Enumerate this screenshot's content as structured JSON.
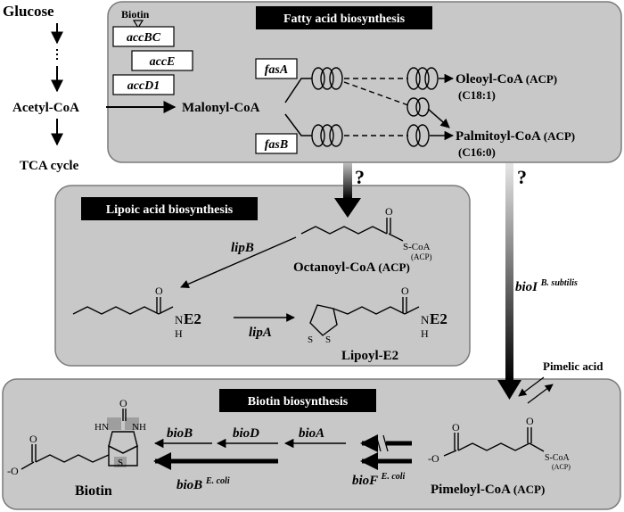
{
  "sections": {
    "fatty_acid": "Fatty acid biosynthesis",
    "lipoic_acid": "Lipoic acid biosynthesis",
    "biotin": "Biotin biosynthesis"
  },
  "left_pathway": {
    "glucose": "Glucose",
    "acetyl_coa": "Acetyl-CoA",
    "tca_cycle": "TCA cycle"
  },
  "fatty_acid": {
    "biotin_label": "Biotin",
    "genes": [
      "accBC",
      "accE",
      "accD1"
    ],
    "malonyl_coa": "Malonyl-CoA",
    "fasA": "fasA",
    "fasB": "fasB",
    "oleoyl_main": "Oleoyl-CoA",
    "oleoyl_acp": "(ACP)",
    "oleoyl_sub": "(C18:1)",
    "palmitoyl_main": "Palmitoyl-CoA",
    "palmitoyl_acp": "(ACP)",
    "palmitoyl_sub": "(C16:0)"
  },
  "unknown_marks": [
    "?",
    "?"
  ],
  "lipoic": {
    "o_top": "O",
    "scoa": "S-CoA",
    "scoa_acp": "(ACP)",
    "lipB": "lipB",
    "octanoyl_main": "Octanoyl-CoA",
    "octanoyl_acp": "(ACP)",
    "o_left": "O",
    "n_left": "N",
    "h_left": "H",
    "e2_left": "E2",
    "lipA": "lipA",
    "s1": "S",
    "s2": "S",
    "o_right": "O",
    "n_right": "N",
    "h_right": "H",
    "e2_right": "E2",
    "lipoyl": "Lipoyl-E2"
  },
  "bioI": {
    "gene": "bioI",
    "organism": "B. subtilis"
  },
  "biotin": {
    "pimelic_acid": "Pimelic acid",
    "pime_o_left": "O",
    "pime_o_minus": "-O",
    "pime_o_top": "O",
    "pime_scoa": "S-CoA",
    "pime_acp": "(ACP)",
    "pimeloyl_main": "Pimeloyl-CoA",
    "pimeloyl_acp": "(ACP)",
    "bioF": "bioF",
    "bioF_org": "E. coli",
    "bioA": "bioA",
    "bioD": "bioD",
    "bioB": "bioB",
    "bioB_ecoli": "bioB",
    "bioB_org": "E. coli",
    "biotin_name": "Biotin",
    "bt_o": "O",
    "bt_hn1": "HN",
    "bt_nh": "NH",
    "bt_s": "S",
    "bt_o_acid": "O",
    "bt_o_minus": "-O"
  }
}
